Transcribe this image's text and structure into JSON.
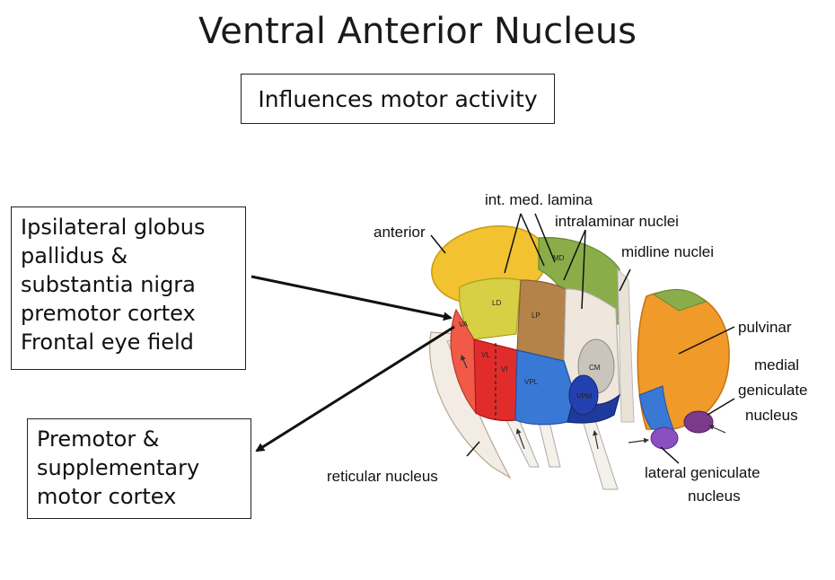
{
  "title": "Ventral Anterior Nucleus",
  "subtitle": "Influences motor activity",
  "input_sources": [
    "Ipsilateral globus",
    "pallidus &",
    "substantia nigra",
    "premotor cortex",
    "Frontal eye field"
  ],
  "output_targets": [
    "Premotor &",
    "supplementary",
    "motor cortex"
  ],
  "figure_labels": {
    "int_med_lamina": "int. med. lamina",
    "intralaminar_nuclei": "intralaminar nuclei",
    "anterior": "anterior",
    "midline_nuclei": "midline nuclei",
    "pulvinar": "pulvinar",
    "medial_geniculate_1": "medial",
    "medial_geniculate_2": "geniculate",
    "medial_geniculate_3": "nucleus",
    "reticular_nucleus": "reticular nucleus",
    "lateral_geniculate_1": "lateral geniculate",
    "lateral_geniculate_2": "nucleus"
  },
  "nucleus_abbreviations": {
    "md": "MD",
    "ld": "LD",
    "lp": "LP",
    "va": "VA",
    "vl": "VL",
    "vi": "VI",
    "vpl": "VPL",
    "vpm": "VPM",
    "cm": "CM"
  }
}
